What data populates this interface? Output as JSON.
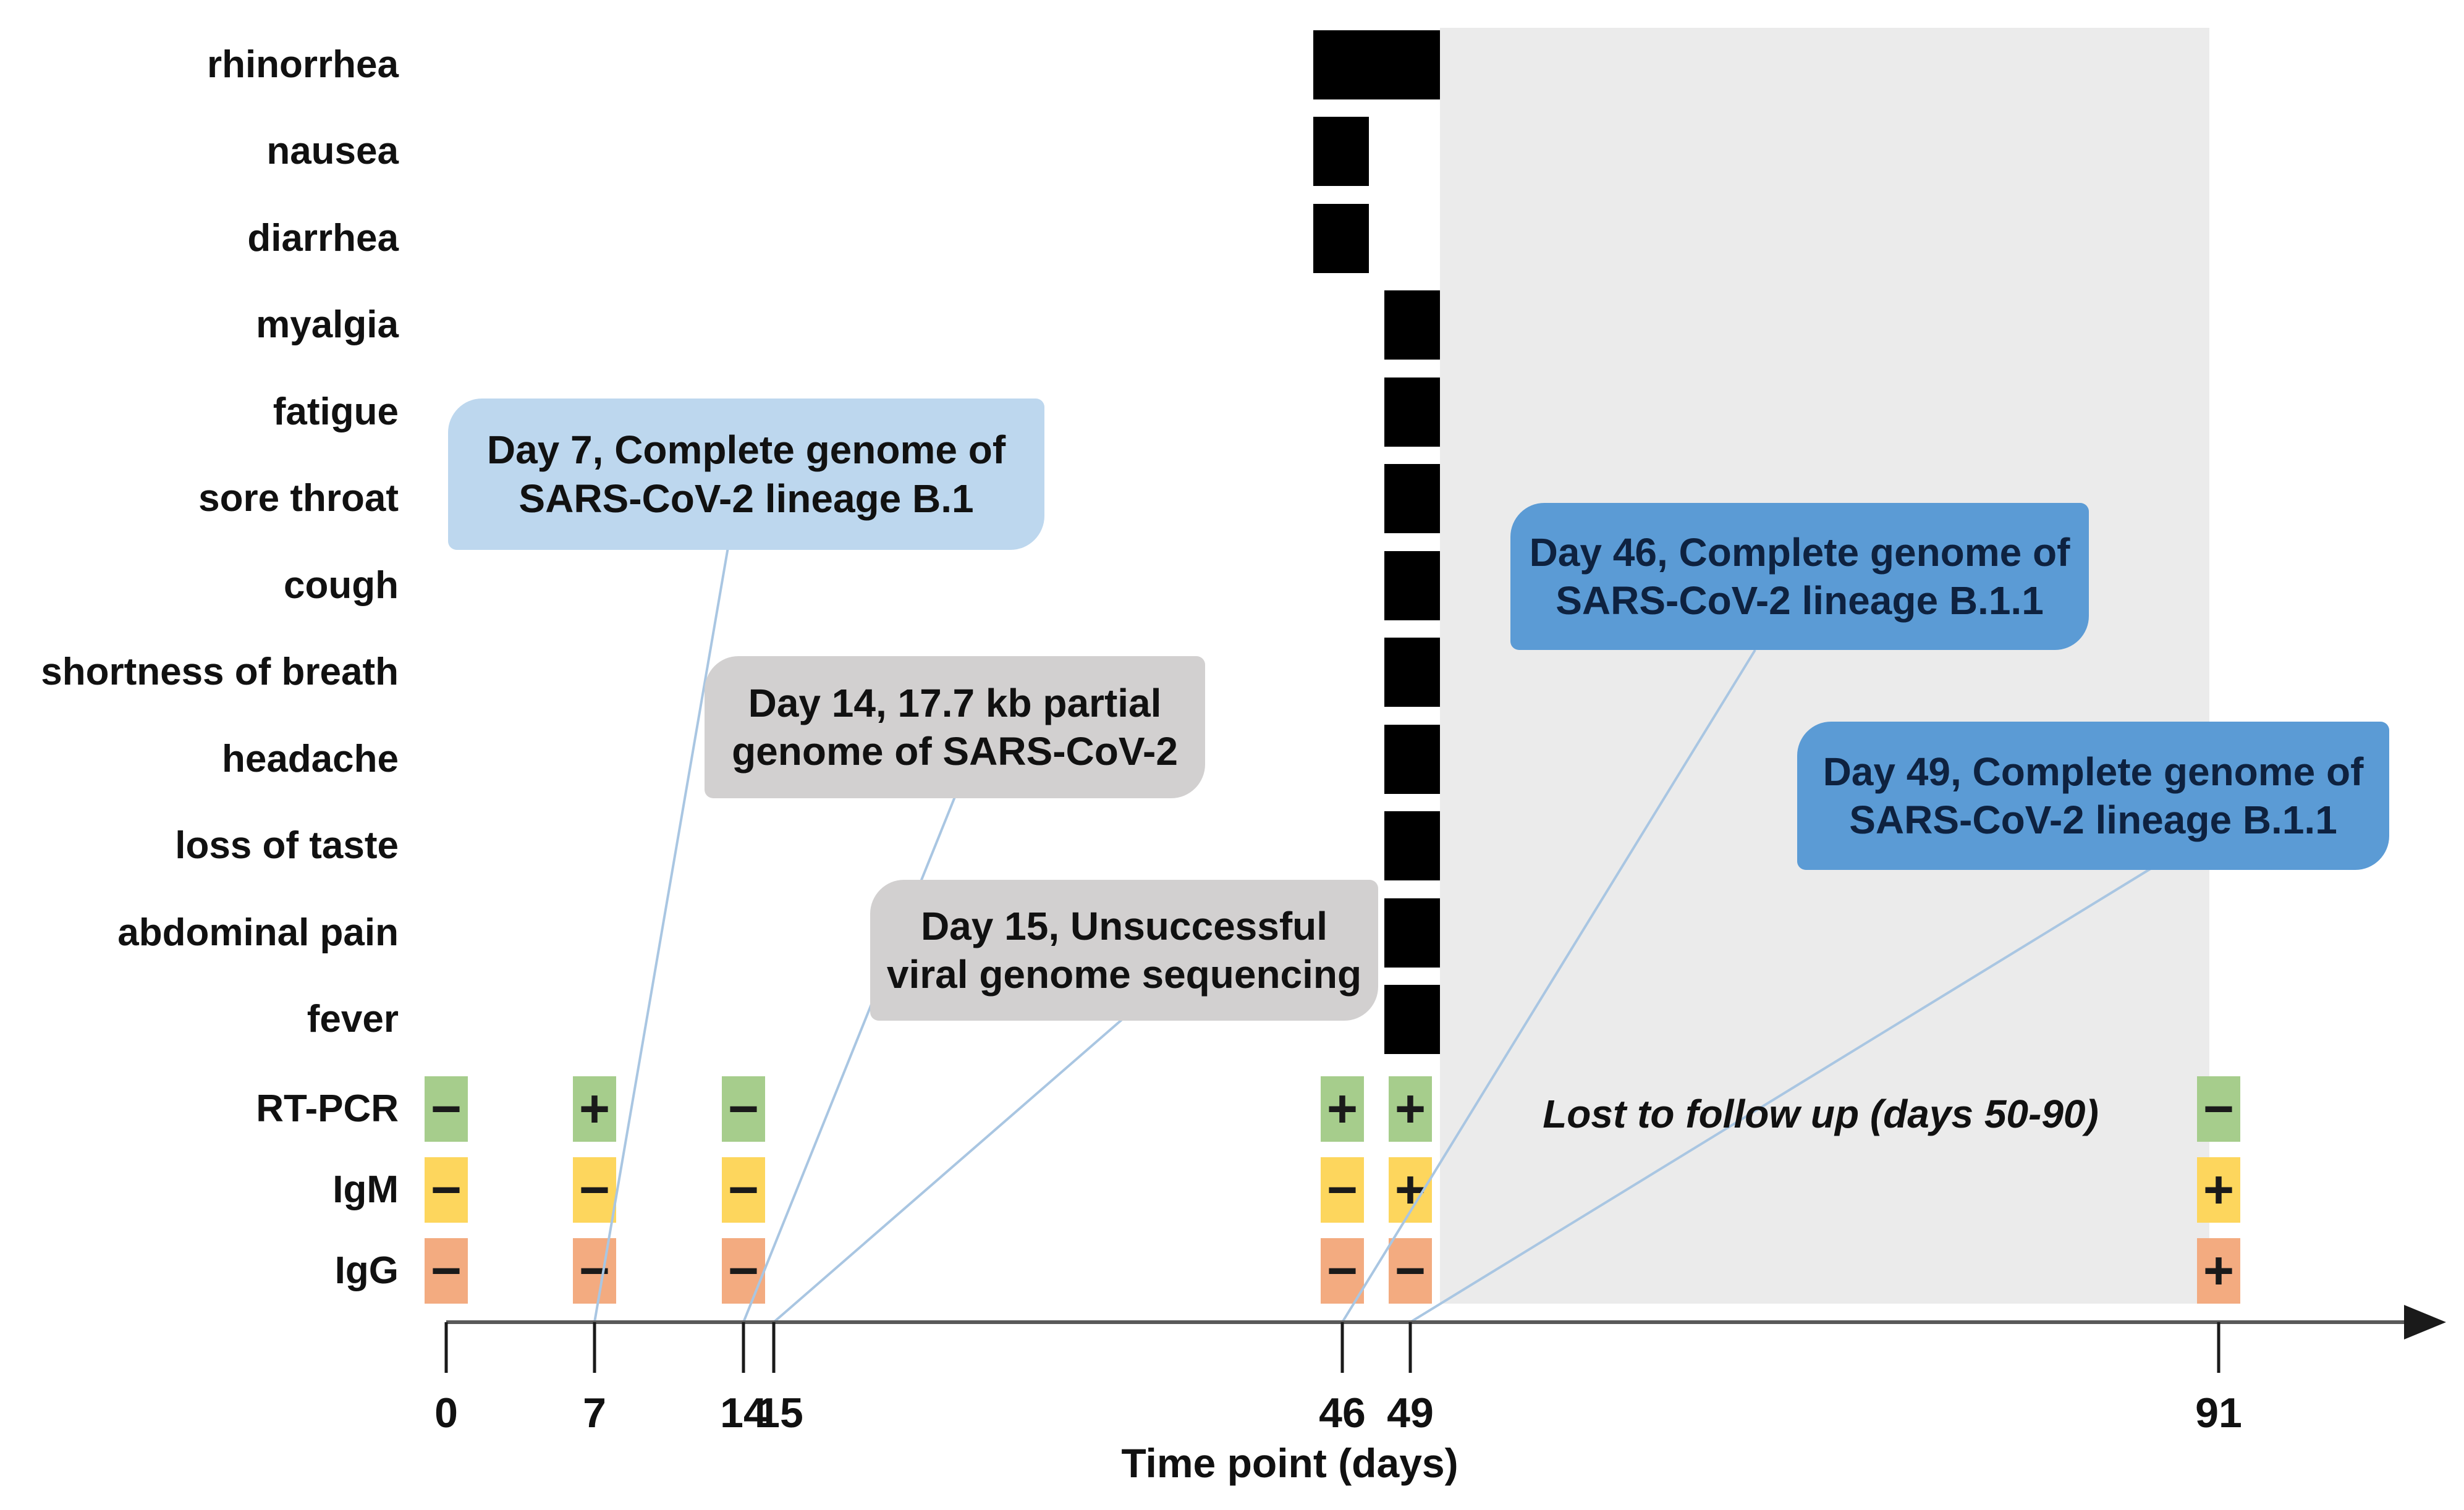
{
  "figure_background": "#ffffff",
  "chart_data": {
    "type": "bar",
    "subtype": "clinical-symptom-timeline",
    "xlabel": "Time point (days)",
    "x_ticks": [
      "0",
      "7",
      "14",
      "15",
      "46",
      "49",
      "91"
    ],
    "x_range": [
      0,
      91
    ],
    "grid": false,
    "bar_color": "#000000",
    "symptoms": [
      {
        "label": "rhinorrhea",
        "present_days": [
          46,
          49
        ]
      },
      {
        "label": "nausea",
        "present_days": [
          46
        ]
      },
      {
        "label": "diarrhea",
        "present_days": [
          46
        ]
      },
      {
        "label": "myalgia",
        "present_days": [
          49
        ]
      },
      {
        "label": "fatigue",
        "present_days": [
          49
        ]
      },
      {
        "label": "sore throat",
        "present_days": [
          49
        ]
      },
      {
        "label": "cough",
        "present_days": [
          49
        ]
      },
      {
        "label": "shortness of breath",
        "present_days": [
          49
        ]
      },
      {
        "label": "headache",
        "present_days": [
          49
        ]
      },
      {
        "label": "loss of taste",
        "present_days": [
          49
        ]
      },
      {
        "label": "abdominal pain",
        "present_days": [
          49
        ]
      },
      {
        "label": "fever",
        "present_days": [
          49
        ]
      }
    ],
    "tests": [
      {
        "label": "RT-PCR",
        "color": "#a6cd8c",
        "results": [
          {
            "day": "0",
            "value": "−"
          },
          {
            "day": "7",
            "value": "+"
          },
          {
            "day": "14",
            "value": "−"
          },
          {
            "day": "46",
            "value": "+"
          },
          {
            "day": "49",
            "value": "+"
          },
          {
            "day": "91",
            "value": "−"
          }
        ]
      },
      {
        "label": "IgM",
        "color": "#fdd65d",
        "results": [
          {
            "day": "0",
            "value": "−"
          },
          {
            "day": "7",
            "value": "−"
          },
          {
            "day": "14",
            "value": "−"
          },
          {
            "day": "46",
            "value": "−"
          },
          {
            "day": "49",
            "value": "+"
          },
          {
            "day": "91",
            "value": "+"
          }
        ]
      },
      {
        "label": "IgG",
        "color": "#f3ab80",
        "results": [
          {
            "day": "0",
            "value": "−"
          },
          {
            "day": "7",
            "value": "−"
          },
          {
            "day": "14",
            "value": "−"
          },
          {
            "day": "46",
            "value": "−"
          },
          {
            "day": "49",
            "value": "−"
          },
          {
            "day": "91",
            "value": "+"
          }
        ]
      }
    ],
    "annotations": {
      "day7": {
        "line1": "Day 7, Complete genome of",
        "line2": "SARS-CoV-2 lineage B.1",
        "color": "#bdd7ee"
      },
      "day14": {
        "line1": "Day 14, 17.7 kb partial",
        "line2": "genome of SARS-CoV-2",
        "color": "#d2d0d0"
      },
      "day15": {
        "line1": "Day 15, Unsuccessful",
        "line2": "viral genome sequencing",
        "color": "#d2d0d0"
      },
      "day46": {
        "line1": "Day 46, Complete genome of",
        "line2": "SARS-CoV-2 lineage B.1.1",
        "color": "#5b9bd5"
      },
      "day49": {
        "line1": "Day 49, Complete genome of",
        "line2": "SARS-CoV-2 lineage B.1.1",
        "color": "#5b9bd5"
      }
    },
    "lost_note": "Lost to follow up (days 50-90)",
    "lost_period": {
      "start_day": 50,
      "end_day": 90
    },
    "lost_region_color": "#ebebeb",
    "axis_color": "#595959",
    "leader_line_color": "#a9c6e2"
  }
}
